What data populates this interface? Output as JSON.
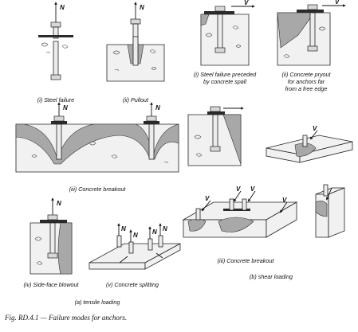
{
  "loads": {
    "tension": "N",
    "shear": "V"
  },
  "labels": {
    "steel_failure": "(i) Steel failure",
    "pullout": "(ii) Pullout",
    "shear_steel_l1": "(i) Steel failure preceded",
    "shear_steel_l2": "by concrete spall",
    "pryout_l1": "(ii) Concrete pryout",
    "pryout_l2": "for anchors far",
    "pryout_l3": "from a free edge",
    "tension_breakout": "(iii) Concrete breakout",
    "side_face": "(iv) Side-face blowout",
    "splitting": "(v) Concrete splitting",
    "shear_breakout": "(iii) Concrete breakout",
    "shear_loading": "(b) shear loading",
    "tensile_loading": "(a) tensile loading"
  },
  "caption": "Fig. RD.4.1 — Failure modes for anchors."
}
